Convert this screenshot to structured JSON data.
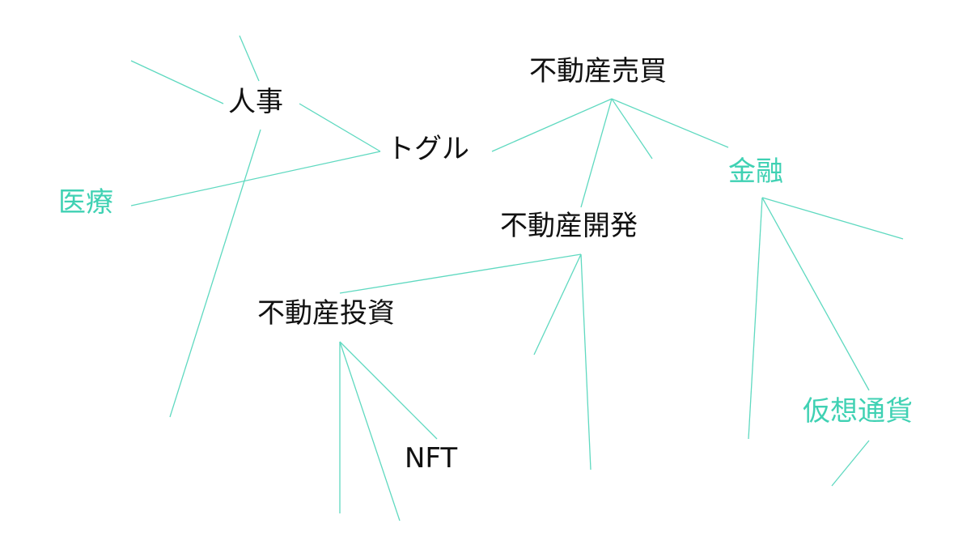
{
  "colors": {
    "edge": "#5fd9c0",
    "text": "#111111",
    "accent_text": "#3fd1b3",
    "background": "#ffffff"
  },
  "nodes": [
    {
      "id": "jinji",
      "label": "人事",
      "accent": false
    },
    {
      "id": "toggle",
      "label": "トグル",
      "accent": false
    },
    {
      "id": "iryou",
      "label": "医療",
      "accent": true
    },
    {
      "id": "baibai",
      "label": "不動産売買",
      "accent": false
    },
    {
      "id": "kinyuu",
      "label": "金融",
      "accent": true
    },
    {
      "id": "kaihatsu",
      "label": "不動産開発",
      "accent": false
    },
    {
      "id": "toushi",
      "label": "不動産投資",
      "accent": false
    },
    {
      "id": "nft",
      "label": "NFT",
      "accent": false
    },
    {
      "id": "kasou",
      "label": "仮想通貨",
      "accent": true
    }
  ],
  "edges": [
    {
      "from": "toggle",
      "to": "jinji"
    },
    {
      "from": "toggle",
      "to": "iryou"
    },
    {
      "from": "toggle",
      "to": "baibai"
    },
    {
      "from": "baibai",
      "to": "kaihatsu"
    },
    {
      "from": "baibai",
      "to": "kinyuu"
    },
    {
      "from": "kaihatsu",
      "to": "toushi"
    },
    {
      "from": "toushi",
      "to": "nft"
    },
    {
      "from": "kinyuu",
      "to": "kasou"
    }
  ]
}
